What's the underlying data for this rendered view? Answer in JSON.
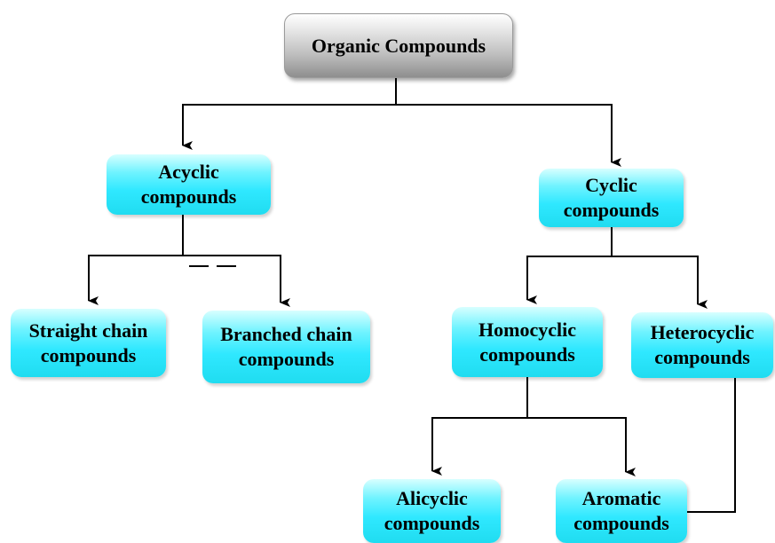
{
  "diagram": {
    "root": "Organic Compounds",
    "acyclic": "Acyclic\ncompounds",
    "cyclic": "Cyclic\ncompounds",
    "straight": "Straight chain\ncompounds",
    "branched": "Branched chain\ncompounds",
    "homocyclic": "Homocyclic\ncompounds",
    "heterocyclic": "Heterocyclic\ncompounds",
    "alicyclic": "Alicyclic\ncompounds",
    "aromatic": "Aromatic\ncompounds"
  },
  "colors": {
    "node_fill": "#2fe8ff",
    "root_fill": "#bdbdbd",
    "line": "#000000"
  }
}
